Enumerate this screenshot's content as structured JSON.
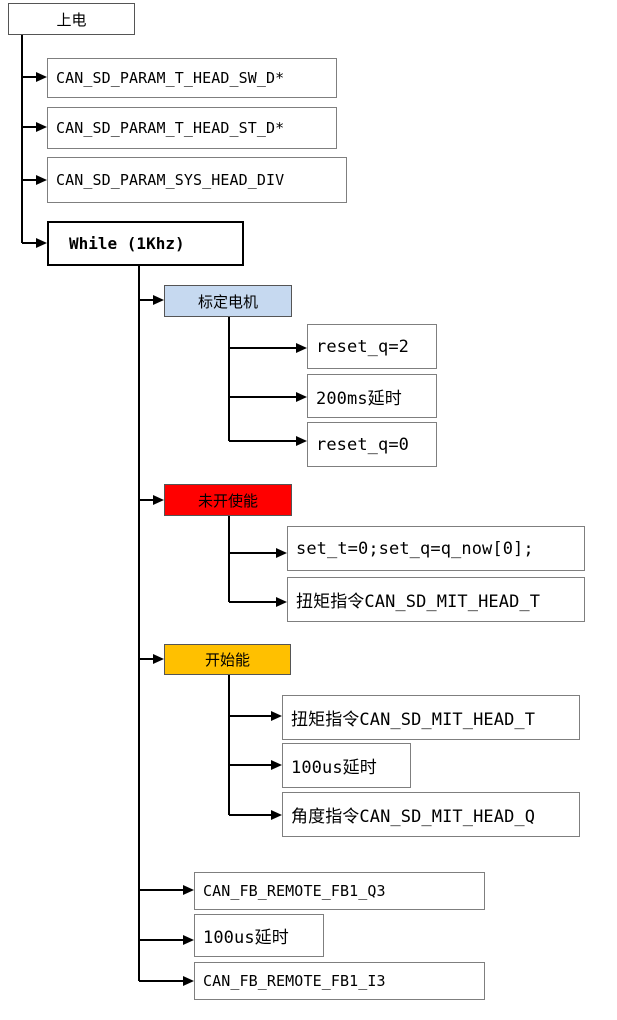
{
  "colors": {
    "calibrate_fill": "#c6d9f0",
    "disable_fill": "#ff0000",
    "enable_fill": "#ffc000",
    "line": "#000000",
    "box_border": "#7f7f7f"
  },
  "root": {
    "label": "上电"
  },
  "init_steps": [
    {
      "label": "CAN_SD_PARAM_T_HEAD_SW_D*"
    },
    {
      "label": "CAN_SD_PARAM_T_HEAD_ST_D*"
    },
    {
      "label": "CAN_SD_PARAM_SYS_HEAD_DIV"
    }
  ],
  "loop": {
    "label": "While  (1Khz)"
  },
  "sections": [
    {
      "title": "标定电机",
      "color": "calibrate_fill",
      "steps": [
        {
          "label": "reset_q=2"
        },
        {
          "label": "200ms延时"
        },
        {
          "label": "reset_q=0"
        }
      ]
    },
    {
      "title": "未开使能",
      "color": "disable_fill",
      "steps": [
        {
          "label": "set_t=0;set_q=q_now[0];"
        },
        {
          "label": "扭矩指令CAN_SD_MIT_HEAD_T"
        }
      ]
    },
    {
      "title": "开始能",
      "color": "enable_fill",
      "steps": [
        {
          "label": "扭矩指令CAN_SD_MIT_HEAD_T"
        },
        {
          "label": "100us延时"
        },
        {
          "label": "角度指令CAN_SD_MIT_HEAD_Q"
        }
      ]
    }
  ],
  "tail_steps": [
    {
      "label": "CAN_FB_REMOTE_FB1_Q3"
    },
    {
      "label": "100us延时"
    },
    {
      "label": "CAN_FB_REMOTE_FB1_I3"
    }
  ]
}
